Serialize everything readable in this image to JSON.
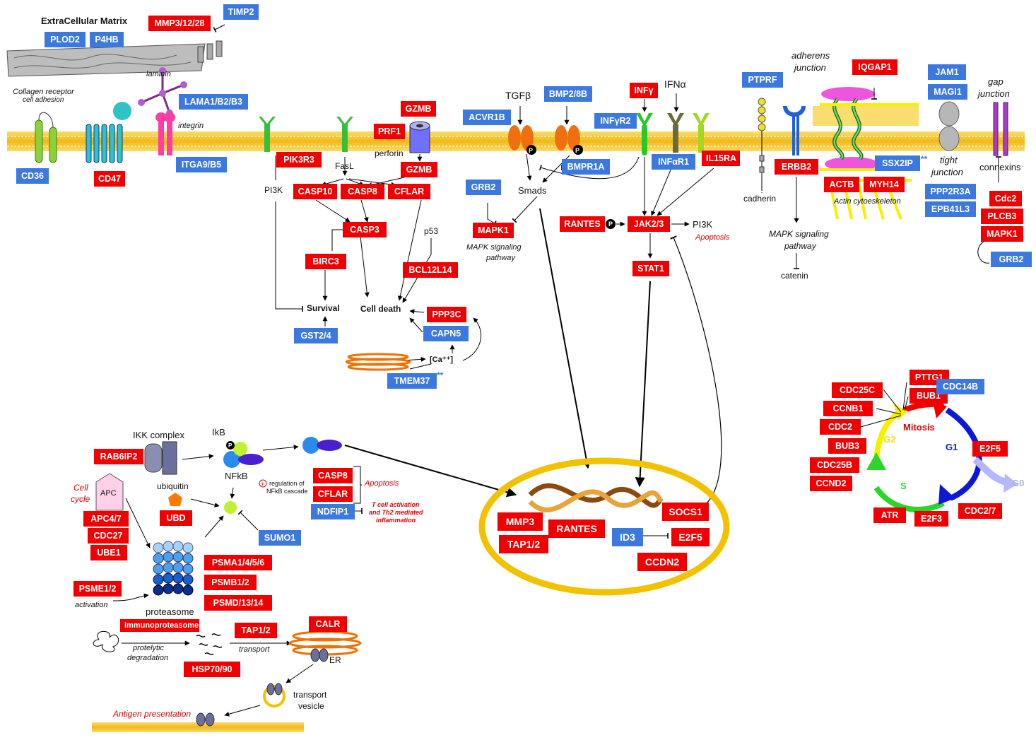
{
  "colors": {
    "up": "#f00000",
    "down": "#3b78e0",
    "membrane": "#f6c830",
    "nucleus": "#f2c200"
  },
  "icons": [
    "collagen-receptor-icon",
    "integrin-icon",
    "receptor-icon",
    "perforin-pore-icon",
    "tgf-receptor-icon",
    "dna-helix-icon",
    "proteasome-icon",
    "er-icon",
    "cell-cycle-wheel-icon"
  ],
  "texts": {
    "ecm": "ExtraCellular Matrix",
    "laminin": "laminin",
    "integrin": "integrin",
    "collagen_receptor": "Collagen receptor",
    "cell_adhesion": "cell adhesion",
    "pi3k": "PI3K",
    "fasl": "FasL",
    "perforin": "perforin",
    "p53": "p53",
    "survival": "Survival",
    "cell_death": "Cell death",
    "ca": "[Ca⁺⁺]",
    "tgfb": "TGFβ",
    "smads": "Smads",
    "mapk_pathway_1": "MAPK signaling",
    "mapk_pathway_2": "pathway",
    "ifna": "IFNα",
    "pi3k2": "PI3K",
    "apoptosis1": "Apoptosis",
    "adherens_1": "adherens",
    "adherens_2": "junction",
    "cadherin": "cadherin",
    "mapk2_1": "MAPK signaling",
    "mapk2_2": "pathway",
    "catenin": "catenin",
    "actin_cyto": "Actin cytoeskeleton",
    "tight_1": "tight",
    "tight_2": "junction",
    "gap_1": "gap",
    "gap_2": "junction",
    "connexins": "connexins",
    "ikk": "IKK complex",
    "ikb": "IkB",
    "nfkb": "NFkB",
    "ubiquitin": "ubiquitin",
    "apc": "APC",
    "cell_cycle_1": "Cell",
    "cell_cycle_2": "cycle",
    "regulation_1": "regulation of",
    "regulation_2": "NFkB cascade",
    "apoptosis2": "Apoptosis",
    "tcell_1": "T cell activation",
    "tcell_2": "and Th2 mediated",
    "tcell_3": "inflammation",
    "proteasome": "proteasome",
    "activation": "activation",
    "proteolytic_1": "protelytic",
    "proteolytic_2": "degradation",
    "transport": "transport",
    "er": "ER",
    "transport_vesicle_1": "transport",
    "transport_vesicle_2": "vesicle",
    "antigen": "Antigen presentation",
    "mitosis": "Mitosis",
    "g1": "G1",
    "g2": "G2",
    "s": "S",
    "g0": "G0",
    "star": "**"
  },
  "boxes": {
    "TIMP2": "TIMP2",
    "MMP3": "MMP3/12/28",
    "PLOD2": "PLOD2",
    "P4HB": "P4HB",
    "LAMA1": "LAMA1/B2/B3",
    "ITGA9": "ITGA9/B5",
    "CD36": "CD36",
    "CD47": "CD47",
    "PIK3R3": "PIK3R3",
    "GZMB1": "GZMB",
    "PRF1": "PRF1",
    "GZMB2": "GZMB",
    "CASP10": "CASP10",
    "CASP8a": "CASP8",
    "CFLARa": "CFLAR",
    "CASP3": "CASP3",
    "BIRC3": "BIRC3",
    "BCL12L14": "BCL12L14",
    "GST24": "GST2/4",
    "PPP3C": "PPP3C",
    "CAPN5": "CAPN5",
    "TMEM37": "TMEM37",
    "ACVR1B": "ACVR1B",
    "BMP28B": "BMP2/8B",
    "BMPR1A": "BMPR1A",
    "GRB2a": "GRB2",
    "MAPK1a": "MAPK1",
    "INFg": "INFγ",
    "INFgR2": "INFγR2",
    "INFaR1": "INFαR1",
    "IL15RA": "IL15RA",
    "RANTES1": "RANTES",
    "JAK23": "JAK2/3",
    "STAT1": "STAT1",
    "PTPRF": "PTPRF",
    "IQGAP1": "IQGAP1",
    "ERBB2": "ERBB2",
    "SSX2IP": "SSX2IP",
    "ACTB": "ACTB",
    "MYH14": "MYH14",
    "JAM1": "JAM1",
    "MAGI1": "MAGI1",
    "PPP2R3A": "PPP2R3A",
    "EPB41L3": "EPB41L3",
    "Cdc2": "Cdc2",
    "PLCB3": "PLCB3",
    "MAPK1b": "MAPK1",
    "GRB2b": "GRB2",
    "RAB6IP2": "RAB6IP2",
    "APC47": "APC4/7",
    "CDC27": "CDC27",
    "UBE1": "UBE1",
    "UBD": "UBD",
    "SUMO1": "SUMO1",
    "CASP8b": "CASP8",
    "CFLARb": "CFLAR",
    "NDFIP1": "NDFIP1",
    "PSMA": "PSMA1/4/5/6",
    "PSMB": "PSMB1/2",
    "PSMD": "PSMD/13/14",
    "PSME": "PSME1/2",
    "IMMUNO": "immunoproteasome",
    "TAP12a": "TAP1/2",
    "CALR": "CALR",
    "HSP": "HSP70/90",
    "MMP3n": "MMP3",
    "RANTESn": "RANTES",
    "TAP12n": "TAP1/2",
    "SOCS1": "SOCS1",
    "ID3": "ID3",
    "E2F5n": "E2F5",
    "CCDN2": "CCDN2",
    "PTTG1": "PTTG1",
    "CDC25C": "CDC25C",
    "BUB1": "BUB1",
    "CDC14B": "CDC14B",
    "CCNB1": "CCNB1",
    "CDC2": "CDC2",
    "BUB3": "BUB3",
    "E2F5c": "E2F5",
    "CDC25B": "CDC25B",
    "CCND2": "CCND2",
    "ATR": "ATR",
    "E2F3": "E2F3",
    "CDC27b": "CDC2/7"
  }
}
